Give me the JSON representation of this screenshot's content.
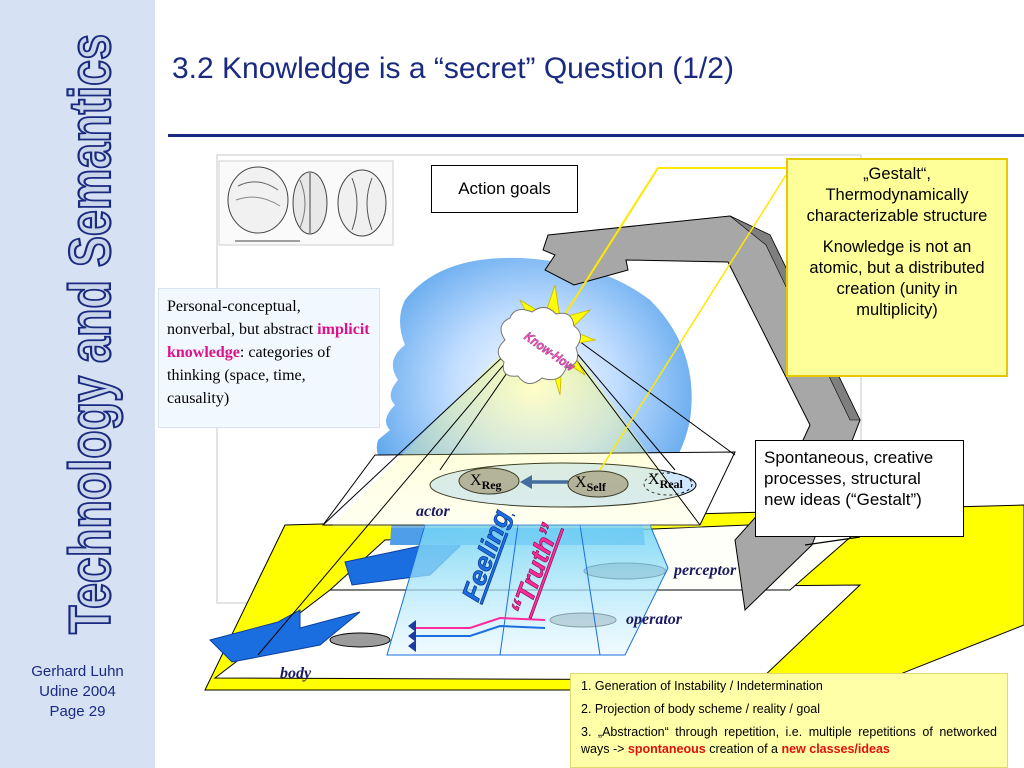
{
  "sidebar": {
    "title": "Technology and Semantics"
  },
  "author": {
    "name": "Gerhard Luhn",
    "place": "Udine 2004",
    "page": "Page 29"
  },
  "slide": {
    "title": "3.2 Knowledge is a “secret” Question (1/2)"
  },
  "diagram": {
    "action_goals": "Action goals",
    "gestalt": {
      "p1": "„Gestalt“, Thermodynamically characterizable structure",
      "p2": "Knowledge is not an atomic, but a distributed creation (unity in multiplicity)"
    },
    "implicit": {
      "line1": "Personal-conceptual, nonverbal, but abstract",
      "highlight": "implicit knowledge",
      "colon": ":",
      "line2": "categories of thinking (space, time, causality)"
    },
    "spontaneous": "Spontaneous, creative processes, structural new ideas (“Gestalt”)",
    "burst_label": "Know-How",
    "x_reg": "X",
    "x_reg_sub": "Reg",
    "x_self": "X",
    "x_self_sub": "Self",
    "x_real": "X",
    "x_real_sub": "Real",
    "actor": "actor",
    "perceptor": "perceptor",
    "operator": "operator",
    "body": "body",
    "feeling": "Feeling",
    "truth": "“Truth”",
    "colors": {
      "title": "#1a2a80",
      "yellow": "#ffff00",
      "gestalt_bg": "#ffff9a",
      "arrow_blue": "#1a6ee0",
      "highlight": "#e0108a"
    }
  },
  "steps": {
    "s1": "1. Generation of Instability / Indetermination",
    "s2": "2. Projection of body scheme / reality / goal",
    "s3_pre": "3. „Abstraction“ through repetition, i.e. multiple repetitions of networked ways ->",
    "s3_red1": "spontaneous",
    "s3_mid": "creation of a",
    "s3_red2": "new classes/ideas"
  }
}
